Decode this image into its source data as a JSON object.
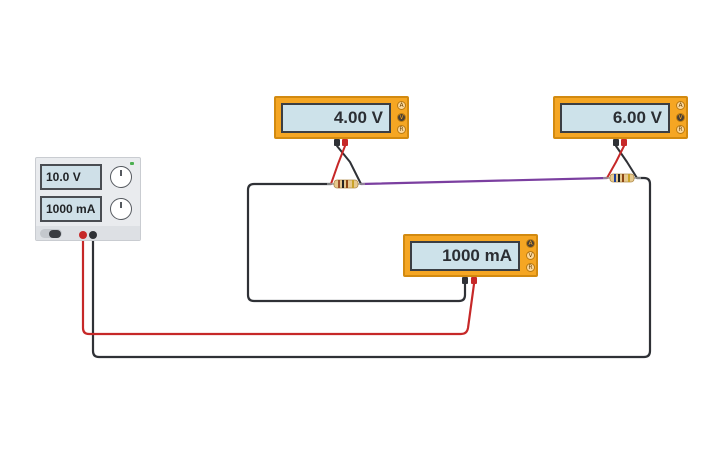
{
  "power_supply": {
    "voltage_display": "10.0 V",
    "current_display": "1000 mA"
  },
  "voltmeter_left": {
    "reading": "4.00 V",
    "modes": [
      "A",
      "V",
      "R"
    ],
    "active_mode": "V"
  },
  "voltmeter_right": {
    "reading": "6.00 V",
    "modes": [
      "A",
      "V",
      "R"
    ],
    "active_mode": "V"
  },
  "ammeter": {
    "reading": "1000 mA",
    "modes": [
      "A",
      "V",
      "R"
    ],
    "active_mode": "A"
  },
  "colors": {
    "wire_red": "#c62828",
    "wire_black": "#2f3136",
    "wire_purple": "#7b3fa0",
    "meter_body": "#f5a623",
    "display_bg": "#cde2ea"
  }
}
